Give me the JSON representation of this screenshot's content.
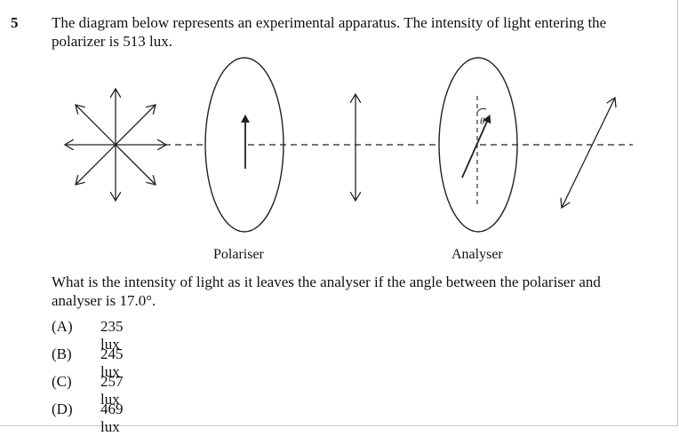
{
  "question": {
    "number": "5",
    "stem_line1": "The diagram below represents an experimental apparatus. The intensity of light entering the",
    "stem_line2": "polarizer is 513 lux.",
    "prompt_line1": "What is the intensity of light as it leaves the analyser if the angle between the polariser and",
    "prompt_line2": "analyser is 17.0°."
  },
  "diagram": {
    "polariser_label": "Polariser",
    "analyser_label": "Analyser",
    "angle_symbol": "θ"
  },
  "options": [
    {
      "letter": "(A)",
      "text": "235 lux"
    },
    {
      "letter": "(B)",
      "text": "245 lux"
    },
    {
      "letter": "(C)",
      "text": "257 lux"
    },
    {
      "letter": "(D)",
      "text": "469 lux"
    }
  ]
}
